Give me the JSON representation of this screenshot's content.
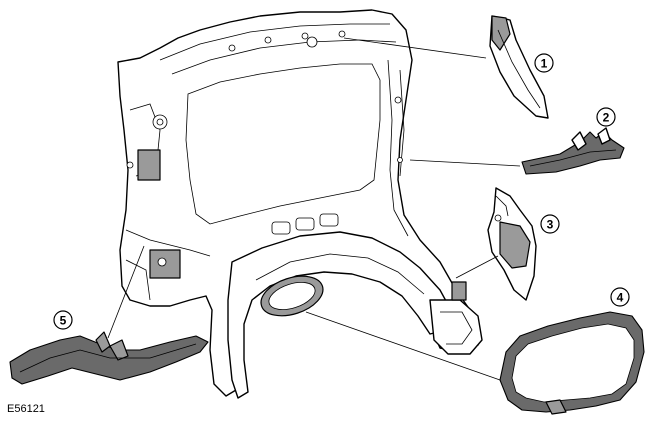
{
  "figure_id": "E56121",
  "callouts": [
    {
      "number": "1"
    },
    {
      "number": "2"
    },
    {
      "number": "3"
    },
    {
      "number": "4"
    },
    {
      "number": "5"
    }
  ]
}
